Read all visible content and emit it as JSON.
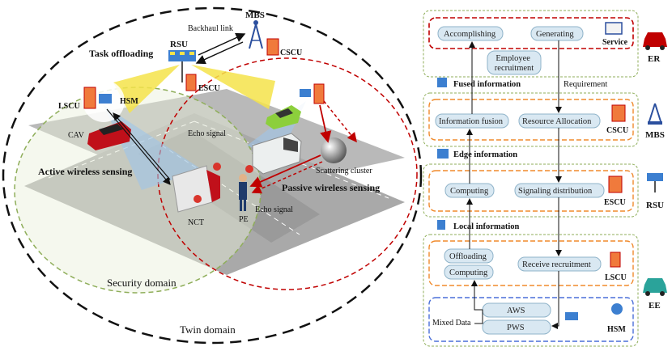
{
  "left": {
    "twin_domain": "Twin domain",
    "security_domain": "Security domain",
    "task_offloading": "Task offloading",
    "backhaul_link": "Backhaul link",
    "mbs": "MBS",
    "cscu": "CSCU",
    "rsu": "RSU",
    "escu": "ESCU",
    "lscu": "LSCU",
    "hsm": "HSM",
    "cav": "CAV",
    "echo_signal_1": "Echo signal",
    "echo_signal_2": "Echo signal",
    "active_sensing": "Active wireless sensing",
    "passive_sensing": "Passive wireless sensing",
    "scattering_cluster": "Scattering cluster",
    "nct": "NCT",
    "pe": "PE"
  },
  "right": {
    "accomplishing": "Accomplishing",
    "generating": "Generating",
    "service": "Service",
    "employee_recruitment": "Employee recruitment",
    "fused_information": "Fused information",
    "requirement": "Requirement",
    "information_fusion": "Information fusion",
    "resource_allocation": "Resource Allocation",
    "cscu": "CSCU",
    "edge_information": "Edge information",
    "computing_edge": "Computing",
    "signaling_distribution": "Signaling distribution",
    "escu": "ESCU",
    "local_information": "Local information",
    "offloading": "Offloading",
    "computing_local": "Computing",
    "receive_recruitment": "Receive recruitment",
    "lscu": "LSCU",
    "aws": "AWS",
    "pws": "PWS",
    "mixed_data": "Mixed Data",
    "hsm": "HSM"
  },
  "side_labels": {
    "er": "ER",
    "mbs": "MBS",
    "rsu": "RSU",
    "ee": "EE"
  },
  "colors": {
    "red_dash": "#c00000",
    "green_dash": "#8fae5a",
    "orange_dash": "#f08a2c",
    "blue_dash": "#4a6fd8",
    "pill": "#d9e8f2",
    "teal_car": "#2aa39a",
    "red_car": "#c00000"
  }
}
